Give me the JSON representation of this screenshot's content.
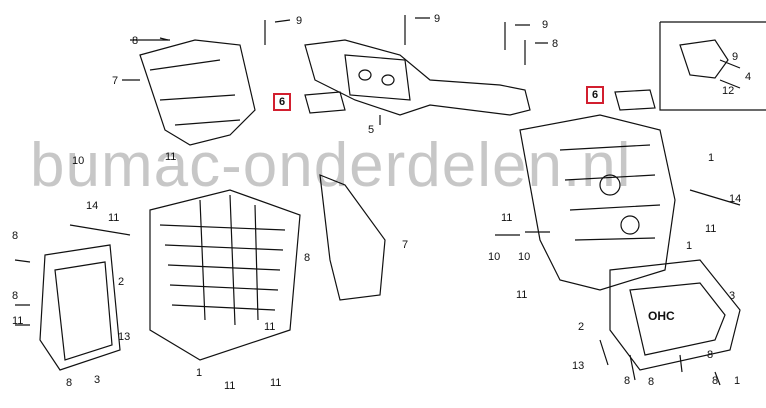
{
  "watermark_text": "bumac-onderdelen.nl",
  "highlight_color": "#d21f2f",
  "callouts": {
    "n1a": "9",
    "n1b": "9",
    "n1c": "9",
    "n1d": "9",
    "n1e": "8",
    "n1f": "8",
    "n2a": "7",
    "n2b": "6",
    "n2c": "5",
    "n2d": "6",
    "n2e": "4",
    "n2f": "12",
    "n3a": "10",
    "n3b": "11",
    "n3c": "11",
    "n3d": "1",
    "n3e": "14",
    "n3f": "11",
    "n4a": "14",
    "n4b": "11",
    "n4c": "11",
    "n4d": "8",
    "n4e": "7",
    "n4f": "10",
    "n5a": "10",
    "n5b": "1",
    "n5c": "3",
    "n5d": "8",
    "n5e": "2",
    "n5f": "8",
    "n6a": "13",
    "n6b": "11",
    "n6c": "2",
    "n6d": "11",
    "n6e": "8",
    "n6f": "3",
    "n7a": "13",
    "n7b": "8",
    "n7c": "8",
    "n7d": "8",
    "n7e": "8",
    "n7f": "11",
    "n8a": "1",
    "n8b": "11",
    "n8c": "1"
  },
  "engine_label": "OHC"
}
